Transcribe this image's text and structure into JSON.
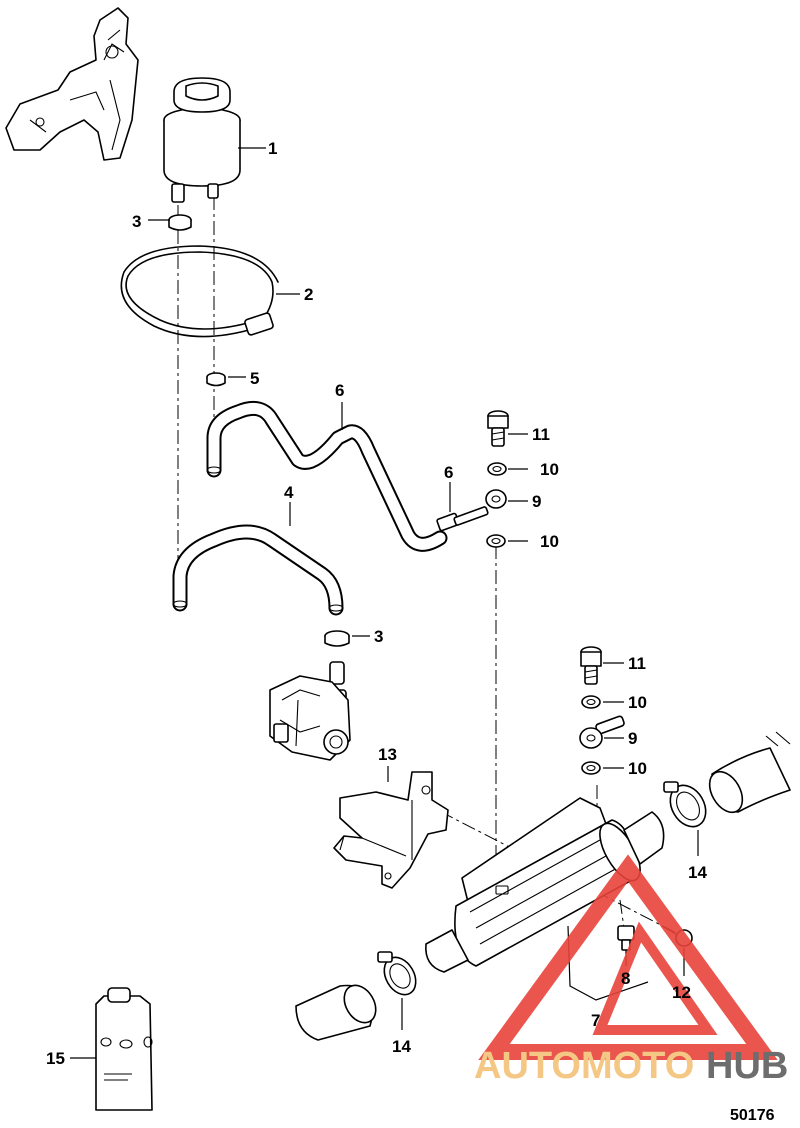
{
  "callouts": {
    "c1": "1",
    "c2": "2",
    "c3a": "3",
    "c3b": "3",
    "c4": "4",
    "c5": "5",
    "c6a": "6",
    "c6b": "6",
    "c7": "7",
    "c8": "8",
    "c9a": "9",
    "c9b": "9",
    "c10a": "10",
    "c10b": "10",
    "c10c": "10",
    "c10d": "10",
    "c11a": "11",
    "c11b": "11",
    "c12": "12",
    "c13": "13",
    "c14a": "14",
    "c14b": "14",
    "c15": "15"
  },
  "figure_number": "50176",
  "watermark": {
    "part_a": "AUTOMOTO",
    "part_b": "HUB",
    "color_primary": "#e8443a",
    "color_secondary": "#f3c277",
    "color_tertiary": "#5e5e5e"
  },
  "colors": {
    "line": "#000000",
    "background": "#ffffff"
  }
}
